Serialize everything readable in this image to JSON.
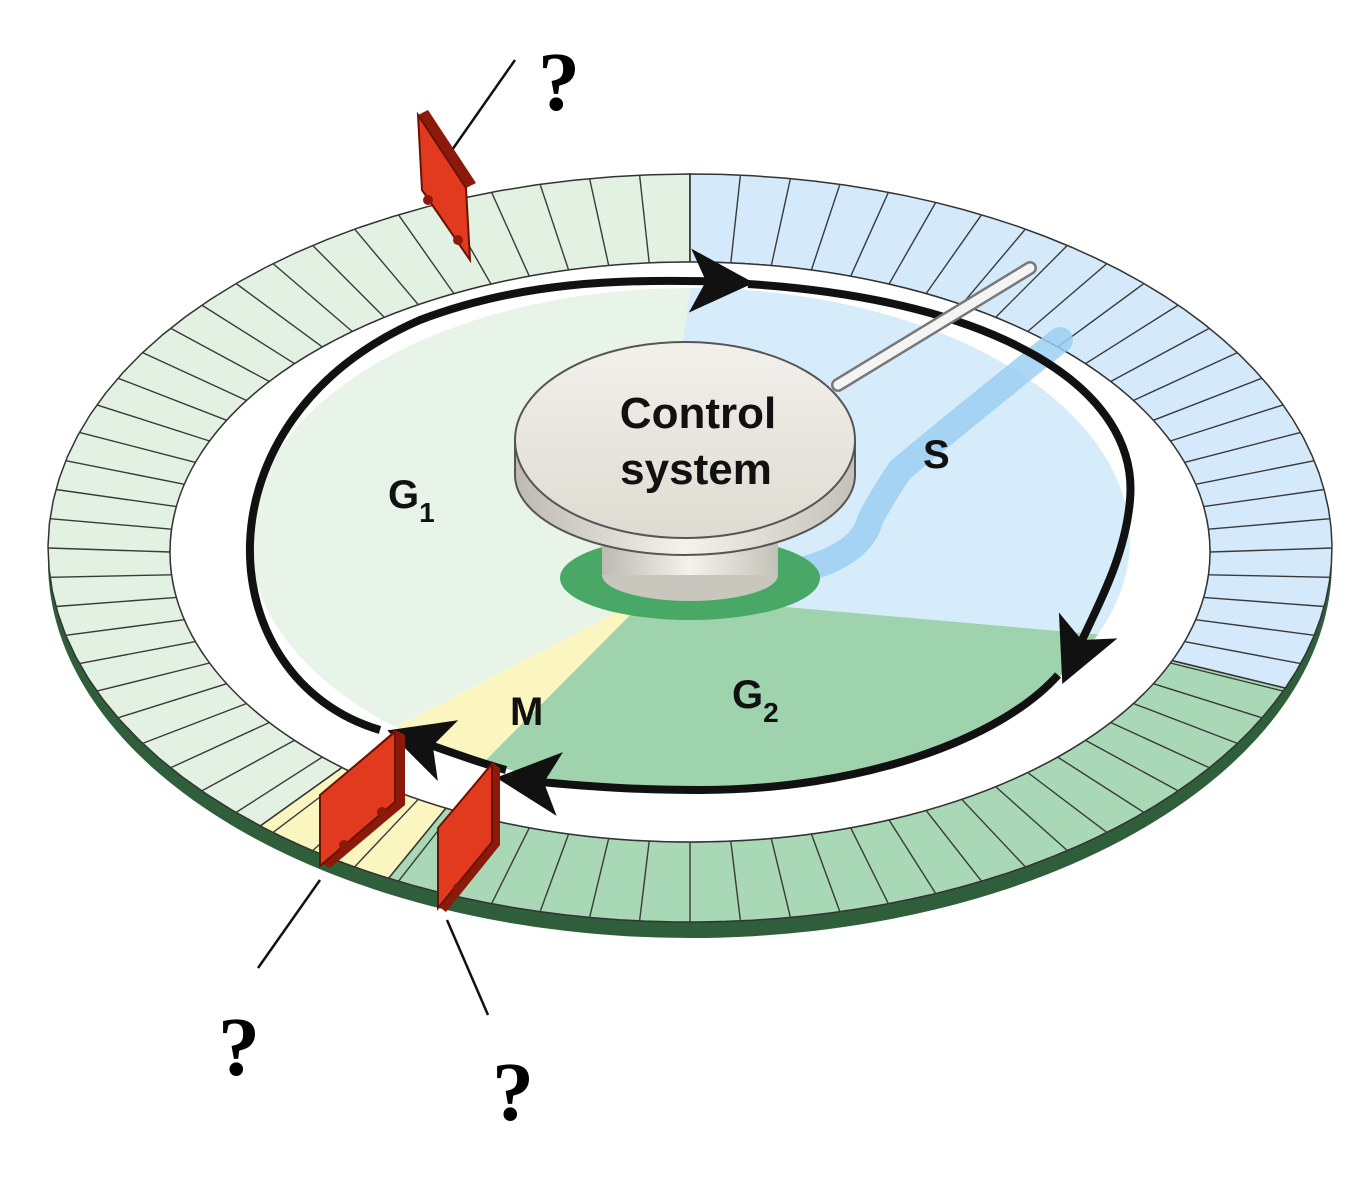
{
  "colors": {
    "g1": "#e8f4e8",
    "g1_rim": "#e2f1e2",
    "s": "#d6ecfb",
    "s_rim": "#d4eafa",
    "g2": "#9fd3ae",
    "g2_rim": "#a8d8b6",
    "m": "#fbf6c0",
    "checkpoint": "#e23a1e",
    "outline": "#1a1a1a",
    "rim_edge": "#2f5f3a"
  },
  "phases": {
    "g1": {
      "letter": "G",
      "sub": "1"
    },
    "s": {
      "letter": "S"
    },
    "g2": {
      "letter": "G",
      "sub": "2"
    },
    "m": {
      "letter": "M"
    }
  },
  "control": {
    "line1": "Control",
    "line2": "system"
  },
  "checkpoints": {
    "top": "?",
    "bottom_left": "?",
    "bottom_right": "?"
  }
}
